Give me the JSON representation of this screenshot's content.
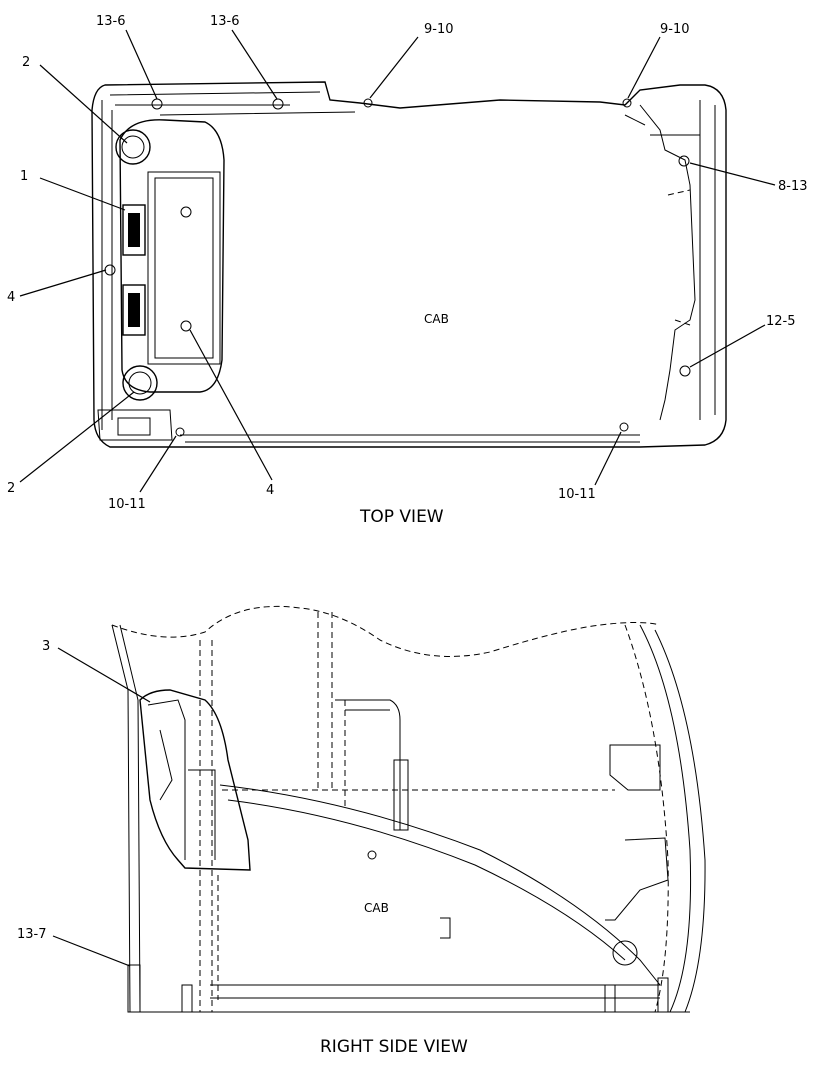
{
  "views": {
    "top": {
      "title": "TOP VIEW",
      "center_label": "CAB",
      "callouts": [
        "13-6",
        "13-6",
        "9-10",
        "9-10",
        "2",
        "1",
        "8-13",
        "4",
        "12-5",
        "2",
        "4",
        "10-11",
        "10-11"
      ]
    },
    "side": {
      "title": "RIGHT SIDE VIEW",
      "center_label": "CAB",
      "callouts": [
        "3",
        "13-7"
      ]
    }
  }
}
